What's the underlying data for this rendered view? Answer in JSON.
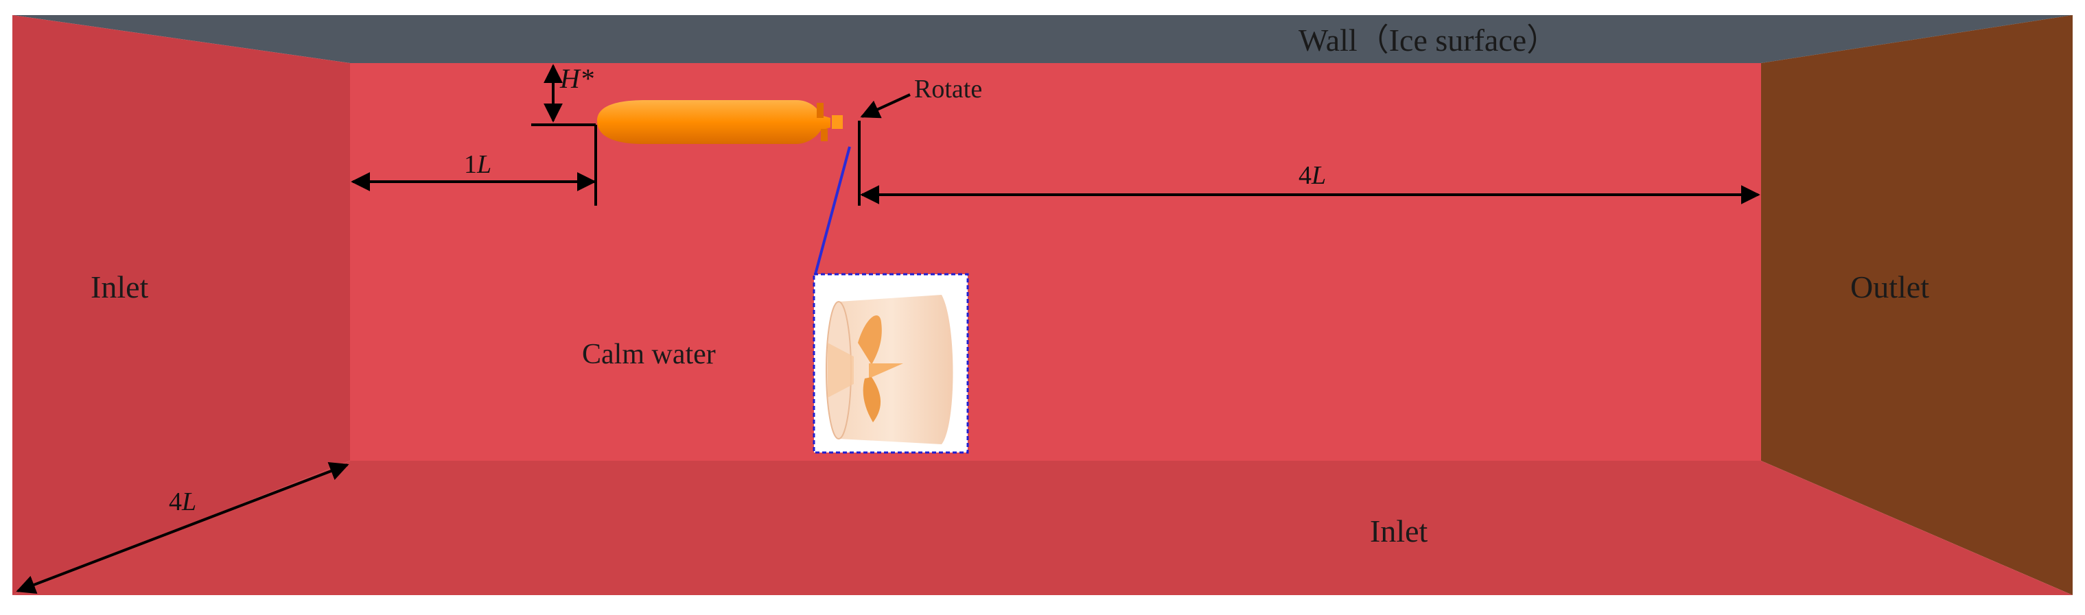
{
  "labels": {
    "wall_prefix": "Wall",
    "wall_paren_open": "（",
    "wall_surface": "Ice surface",
    "wall_paren_close": "）",
    "inlet_left": "Inlet",
    "inlet_bottom": "Inlet",
    "outlet": "Outlet",
    "calm_water": "Calm water",
    "rotate": "Rotate"
  },
  "dimensions": {
    "depth_coef": "H",
    "depth_suffix": "*",
    "upstream_num": "1",
    "upstream_unit": "L",
    "downstream_num": "4",
    "downstream_unit": "L",
    "width_num": "4",
    "width_unit": "L"
  },
  "colors": {
    "wall": "#505862",
    "back_face": "#e04a52",
    "side_face": "#c73e45",
    "floor": "#cc4248",
    "outlet": "#7b3f1c",
    "auv": "#ff8c00",
    "inset_border": "#2020d0",
    "leader_line": "#2b2bd6"
  }
}
